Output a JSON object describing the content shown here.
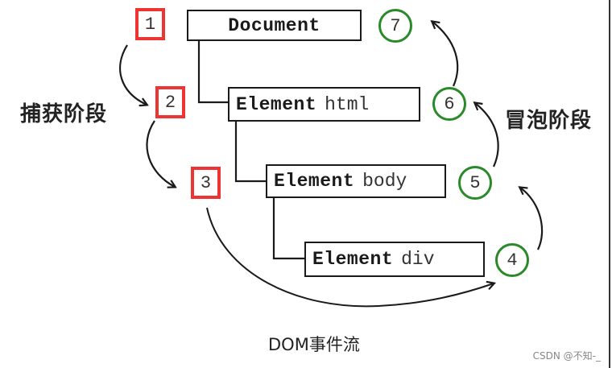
{
  "diagram": {
    "title": "DOM事件流",
    "watermark": "CSDN @不知-_",
    "capture_label": "捕获阶段",
    "bubble_label": "冒泡阶段",
    "nodes": [
      {
        "kind": "Document",
        "tag": ""
      },
      {
        "kind": "Element",
        "tag": "html"
      },
      {
        "kind": "Element",
        "tag": "body"
      },
      {
        "kind": "Element",
        "tag": "div"
      }
    ],
    "capture_steps": [
      "1",
      "2",
      "3"
    ],
    "bubble_steps": [
      "4",
      "5",
      "6",
      "7"
    ],
    "colors": {
      "capture": "#ee3333",
      "bubble": "#2a8a2a",
      "line": "#1a1a1a"
    }
  }
}
